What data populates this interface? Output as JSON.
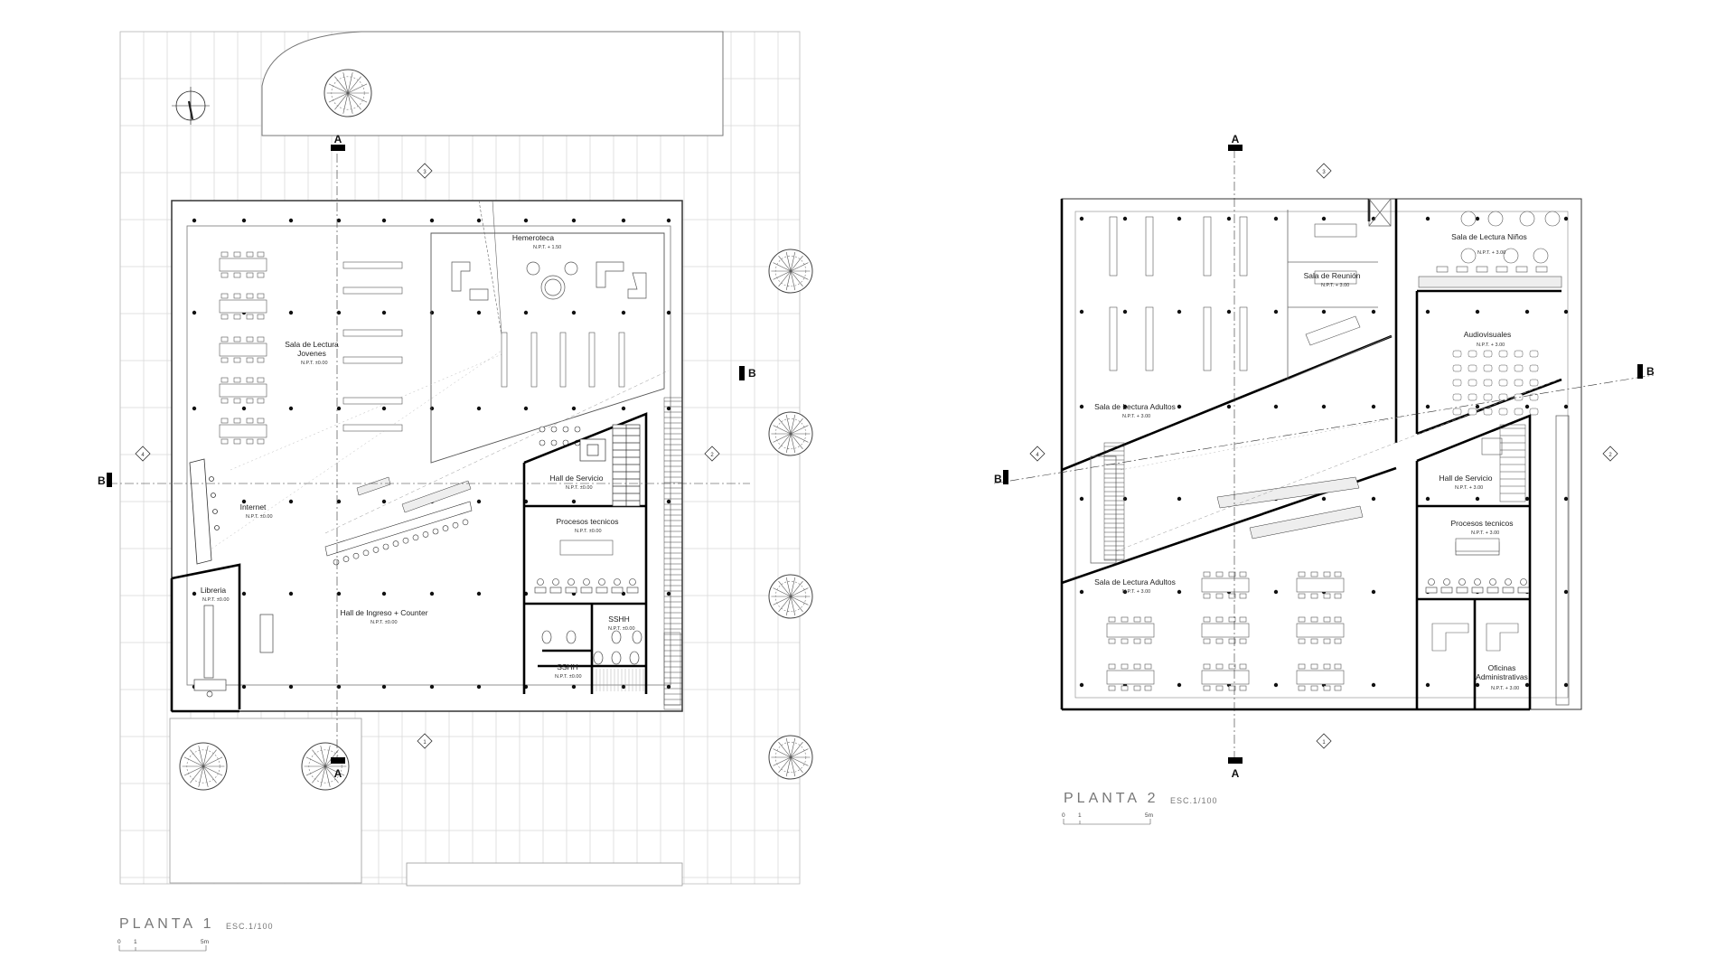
{
  "plan1": {
    "title": "PLANTA 1",
    "scale": "ESC.1/100",
    "scale_bar": [
      "0",
      "1",
      "5m"
    ],
    "cut_marks": {
      "a_top": "A",
      "a_bottom": "A",
      "b_left": "B",
      "b_right": "B"
    },
    "axis_tags": {
      "n": "3",
      "s": "1",
      "w": "4",
      "e": "2"
    },
    "rooms": {
      "hemeroteca": {
        "name": "Hemeroteca",
        "level": "N.P.T. + 1.50"
      },
      "jovenes": {
        "name_1": "Sala de Lectura",
        "name_2": "Jovenes",
        "level": "N.P.T. ±0.00"
      },
      "internet": {
        "name": "Internet",
        "level": "N.P.T. ±0.00"
      },
      "hall_servicio": {
        "name": "Hall de Servicio",
        "level": "N.P.T. ±0.00"
      },
      "procesos": {
        "name": "Procesos tecnicos",
        "level": "N.P.T. ±0.00"
      },
      "libreria": {
        "name": "Libreria",
        "level": "N.P.T. ±0.00"
      },
      "hall_ingreso": {
        "name": "Hall de Ingreso + Counter",
        "level": "N.P.T. ±0.00"
      },
      "sshh_1": {
        "name": "SSHH",
        "level": "N.P.T. ±0.00"
      },
      "sshh_2": {
        "name": "SSHH",
        "level": "N.P.T. ±0.00"
      }
    }
  },
  "plan2": {
    "title": "PLANTA 2",
    "scale": "ESC.1/100",
    "scale_bar": [
      "0",
      "1",
      "5m"
    ],
    "cut_marks": {
      "a_top": "A",
      "a_bottom": "A",
      "b_left": "B",
      "b_right": "B"
    },
    "axis_tags": {
      "n": "3",
      "s": "1",
      "w": "4",
      "e": "2"
    },
    "rooms": {
      "ninos": {
        "name": "Sala de Lectura Niños",
        "level": "N.P.T. + 3.00"
      },
      "reunion": {
        "name": "Sala de Reunión",
        "level": "N.P.T. + 3.00"
      },
      "audiovisuales": {
        "name": "Audiovisuales",
        "level": "N.P.T. + 3.00"
      },
      "adultos_1": {
        "name": "Sala de Lectura Adultos",
        "level": "N.P.T. + 3.00"
      },
      "adultos_2": {
        "name": "Sala de Lectura Adultos",
        "level": "N.P.T. + 3.00"
      },
      "hall_servicio": {
        "name": "Hall de Servicio",
        "level": "N.P.T. + 3.00"
      },
      "procesos": {
        "name": "Procesos tecnicos",
        "level": "N.P.T. + 3.00"
      },
      "oficinas": {
        "name_1": "Oficinas",
        "name_2": "Administrativas",
        "level": "N.P.T. + 3.00"
      }
    }
  }
}
